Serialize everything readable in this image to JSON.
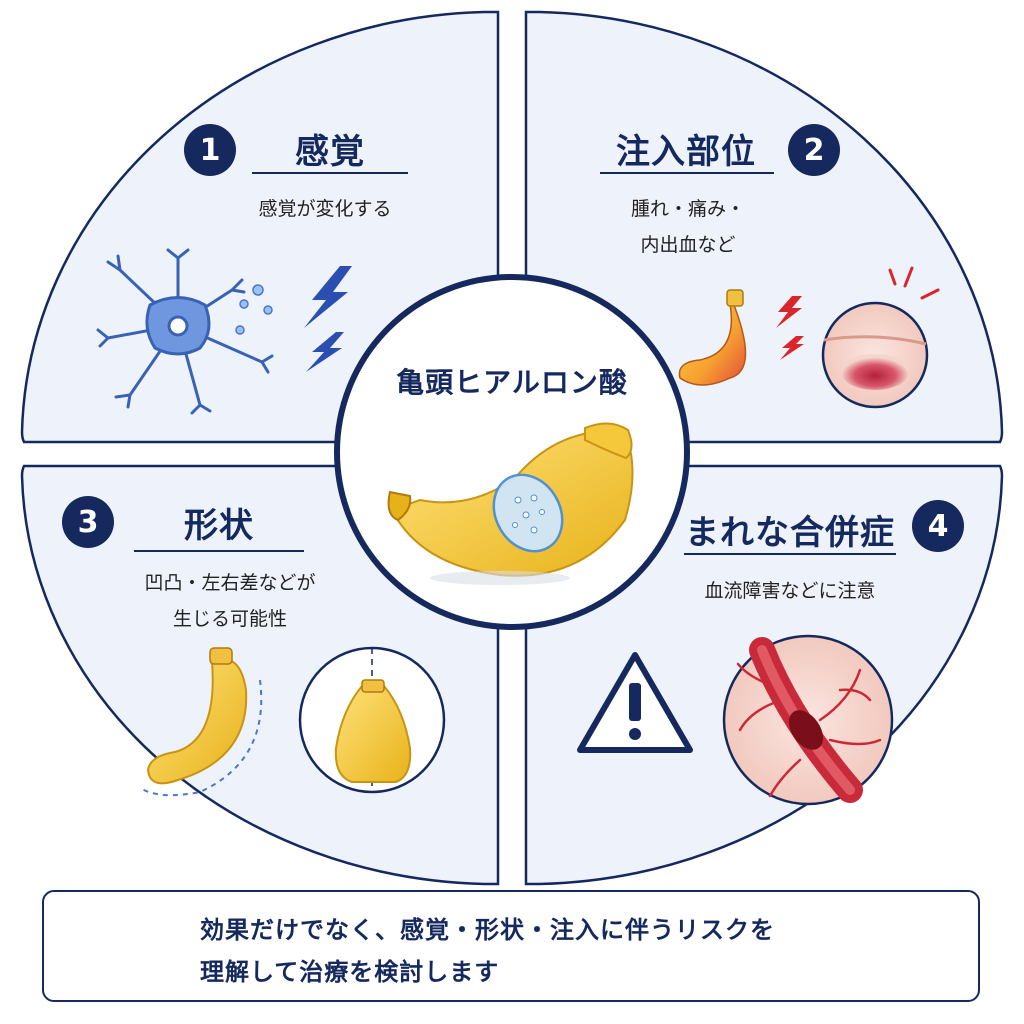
{
  "center": {
    "title": "亀頭ヒアルロン酸"
  },
  "quadrants": [
    {
      "number": "1",
      "title": "感覚",
      "desc": [
        "感覚が変化する"
      ],
      "icons": [
        "neuron-icon",
        "lightning-icon"
      ]
    },
    {
      "number": "2",
      "title": "注入部位",
      "desc": [
        "腫れ・痛み・",
        "内出血など"
      ],
      "icons": [
        "banana-icon",
        "lightning-icon",
        "skin-bruise-icon"
      ]
    },
    {
      "number": "3",
      "title": "形状",
      "desc": [
        "凹凸・左右差などが",
        "生じる可能性"
      ],
      "icons": [
        "banana-icon",
        "tip-shape-icon"
      ]
    },
    {
      "number": "4",
      "title": "まれな合併症",
      "desc": [
        "血流障害などに注意"
      ],
      "icons": [
        "warning-icon",
        "blood-vessel-icon"
      ]
    }
  ],
  "footer": {
    "lines": [
      "効果だけでなく、感覚・形状・注入に伴うリスクを",
      "理解して治療を検討します"
    ],
    "icon": "clipboard-checklist-icon"
  },
  "colors": {
    "navy": "#15295f",
    "panel": "#eef3fb",
    "banana": "#f5c83c",
    "red": "#d8262c",
    "nerve": "#4a78c8"
  }
}
